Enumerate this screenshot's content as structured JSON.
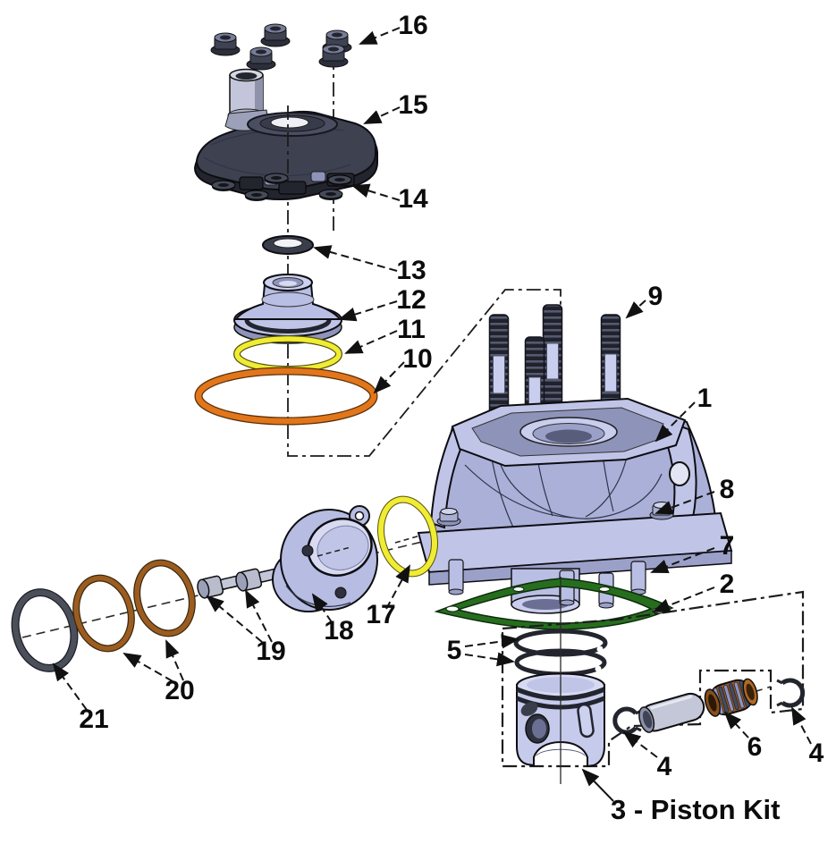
{
  "figure": {
    "type": "exploded-parts-diagram",
    "subject": "two-stroke cylinder, head and piston kit assembly",
    "caption": "3 - Piston Kit"
  },
  "callouts": {
    "n1": "1",
    "n2": "2",
    "n4a": "4",
    "n4b": "4",
    "n5": "5",
    "n6": "6",
    "n7": "7",
    "n8": "8",
    "n9": "9",
    "n10": "10",
    "n11": "11",
    "n12": "12",
    "n13": "13",
    "n14": "14",
    "n15": "15",
    "n16": "16",
    "n17": "17",
    "n18": "18",
    "n19": "19",
    "n20": "20",
    "n21": "21"
  },
  "colors": {
    "oring_yellow": "#f0ec33",
    "oring_orange": "#e2761b",
    "washer_copper": "#9c5c20",
    "oring_gray": "#4b4f5a",
    "gasket_green": "#266e1e",
    "bearing_copper": "#9c5a20",
    "part_light": "#c6cbec",
    "part_mid": "#aab0d8",
    "part_dark": "#34374a"
  }
}
